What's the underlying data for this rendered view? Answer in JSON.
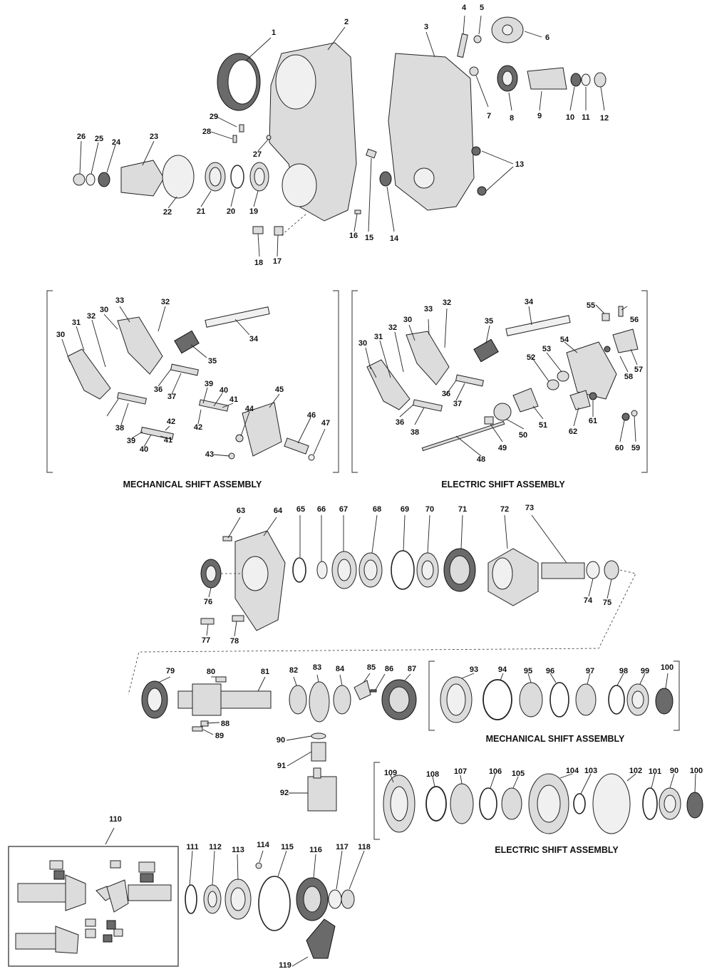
{
  "sections": {
    "mech_shift_title": "MECHANICAL SHIFT ASSEMBLY",
    "elec_shift_title": "ELECTRIC SHIFT ASSEMBLY",
    "mech_shift_title_2": "MECHANICAL SHIFT ASSEMBLY",
    "elec_shift_title_2": "ELECTRIC SHIFT ASSEMBLY"
  },
  "callouts": [
    "1",
    "2",
    "3",
    "4",
    "5",
    "6",
    "7",
    "8",
    "9",
    "10",
    "11",
    "12",
    "13",
    "14",
    "15",
    "16",
    "17",
    "18",
    "19",
    "20",
    "21",
    "22",
    "23",
    "24",
    "25",
    "26",
    "27",
    "28",
    "29",
    "30",
    "31",
    "32",
    "33",
    "30",
    "32",
    "34",
    "35",
    "36",
    "37",
    "38",
    "39",
    "40",
    "41",
    "42",
    "39",
    "40",
    "41",
    "42",
    "43",
    "44",
    "45",
    "46",
    "47",
    "30",
    "31",
    "32",
    "33",
    "30",
    "32",
    "34",
    "35",
    "55",
    "56",
    "54",
    "53",
    "52",
    "58",
    "57",
    "36",
    "37",
    "36",
    "38",
    "51",
    "50",
    "49",
    "48",
    "62",
    "61",
    "60",
    "59",
    "63",
    "64",
    "65",
    "66",
    "67",
    "68",
    "69",
    "70",
    "71",
    "72",
    "73",
    "74",
    "75",
    "76",
    "77",
    "78",
    "79",
    "80",
    "81",
    "82",
    "83",
    "84",
    "85",
    "86",
    "87",
    "88",
    "89",
    "90",
    "91",
    "92",
    "93",
    "94",
    "95",
    "96",
    "97",
    "98",
    "99",
    "100",
    "109",
    "108",
    "107",
    "106",
    "105",
    "104",
    "103",
    "102",
    "101",
    "90",
    "100",
    "110",
    "111",
    "112",
    "113",
    "114",
    "115",
    "116",
    "117",
    "118",
    "119"
  ]
}
